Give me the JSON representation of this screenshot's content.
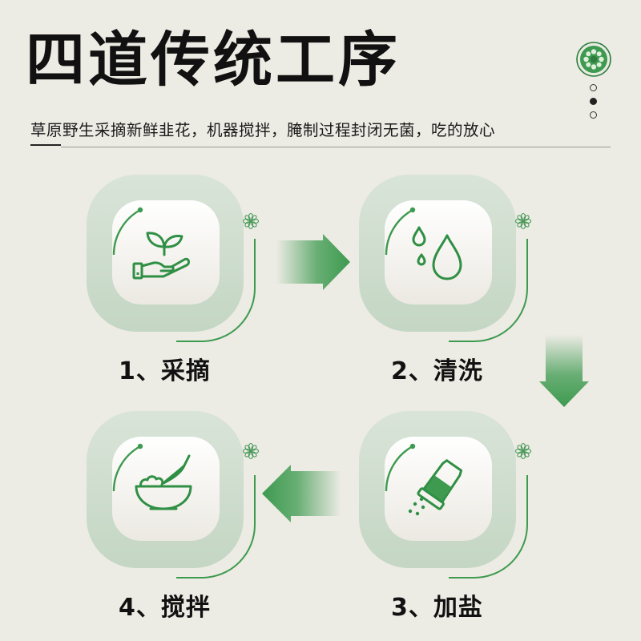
{
  "header": {
    "title": "四道传统工序",
    "subtitle": "草原野生采摘新鲜韭花，机器搅拌，腌制过程封闭无菌，吃的放心"
  },
  "colors": {
    "background": "#ecebe4",
    "accent_green": "#3d9a4f",
    "tile_outer": "#cfdccf",
    "tile_inner": "#f3f1eb",
    "text": "#111111"
  },
  "steps": [
    {
      "label": "1、采摘",
      "icon": "hand-sprout-icon"
    },
    {
      "label": "2、清洗",
      "icon": "water-drops-icon"
    },
    {
      "label": "3、加盐",
      "icon": "salt-shaker-icon"
    },
    {
      "label": "4、搅拌",
      "icon": "mixing-bowl-whisk-icon"
    }
  ],
  "flow_arrows": [
    {
      "from": "1、采摘",
      "to": "2、清洗",
      "direction": "right"
    },
    {
      "from": "2、清洗",
      "to": "3、加盐",
      "direction": "down"
    },
    {
      "from": "3、加盐",
      "to": "4、搅拌",
      "direction": "left"
    }
  ],
  "decorations": {
    "badge_icon": "green-flower-badge-icon",
    "dots": [
      "ring",
      "fill",
      "ring"
    ]
  }
}
